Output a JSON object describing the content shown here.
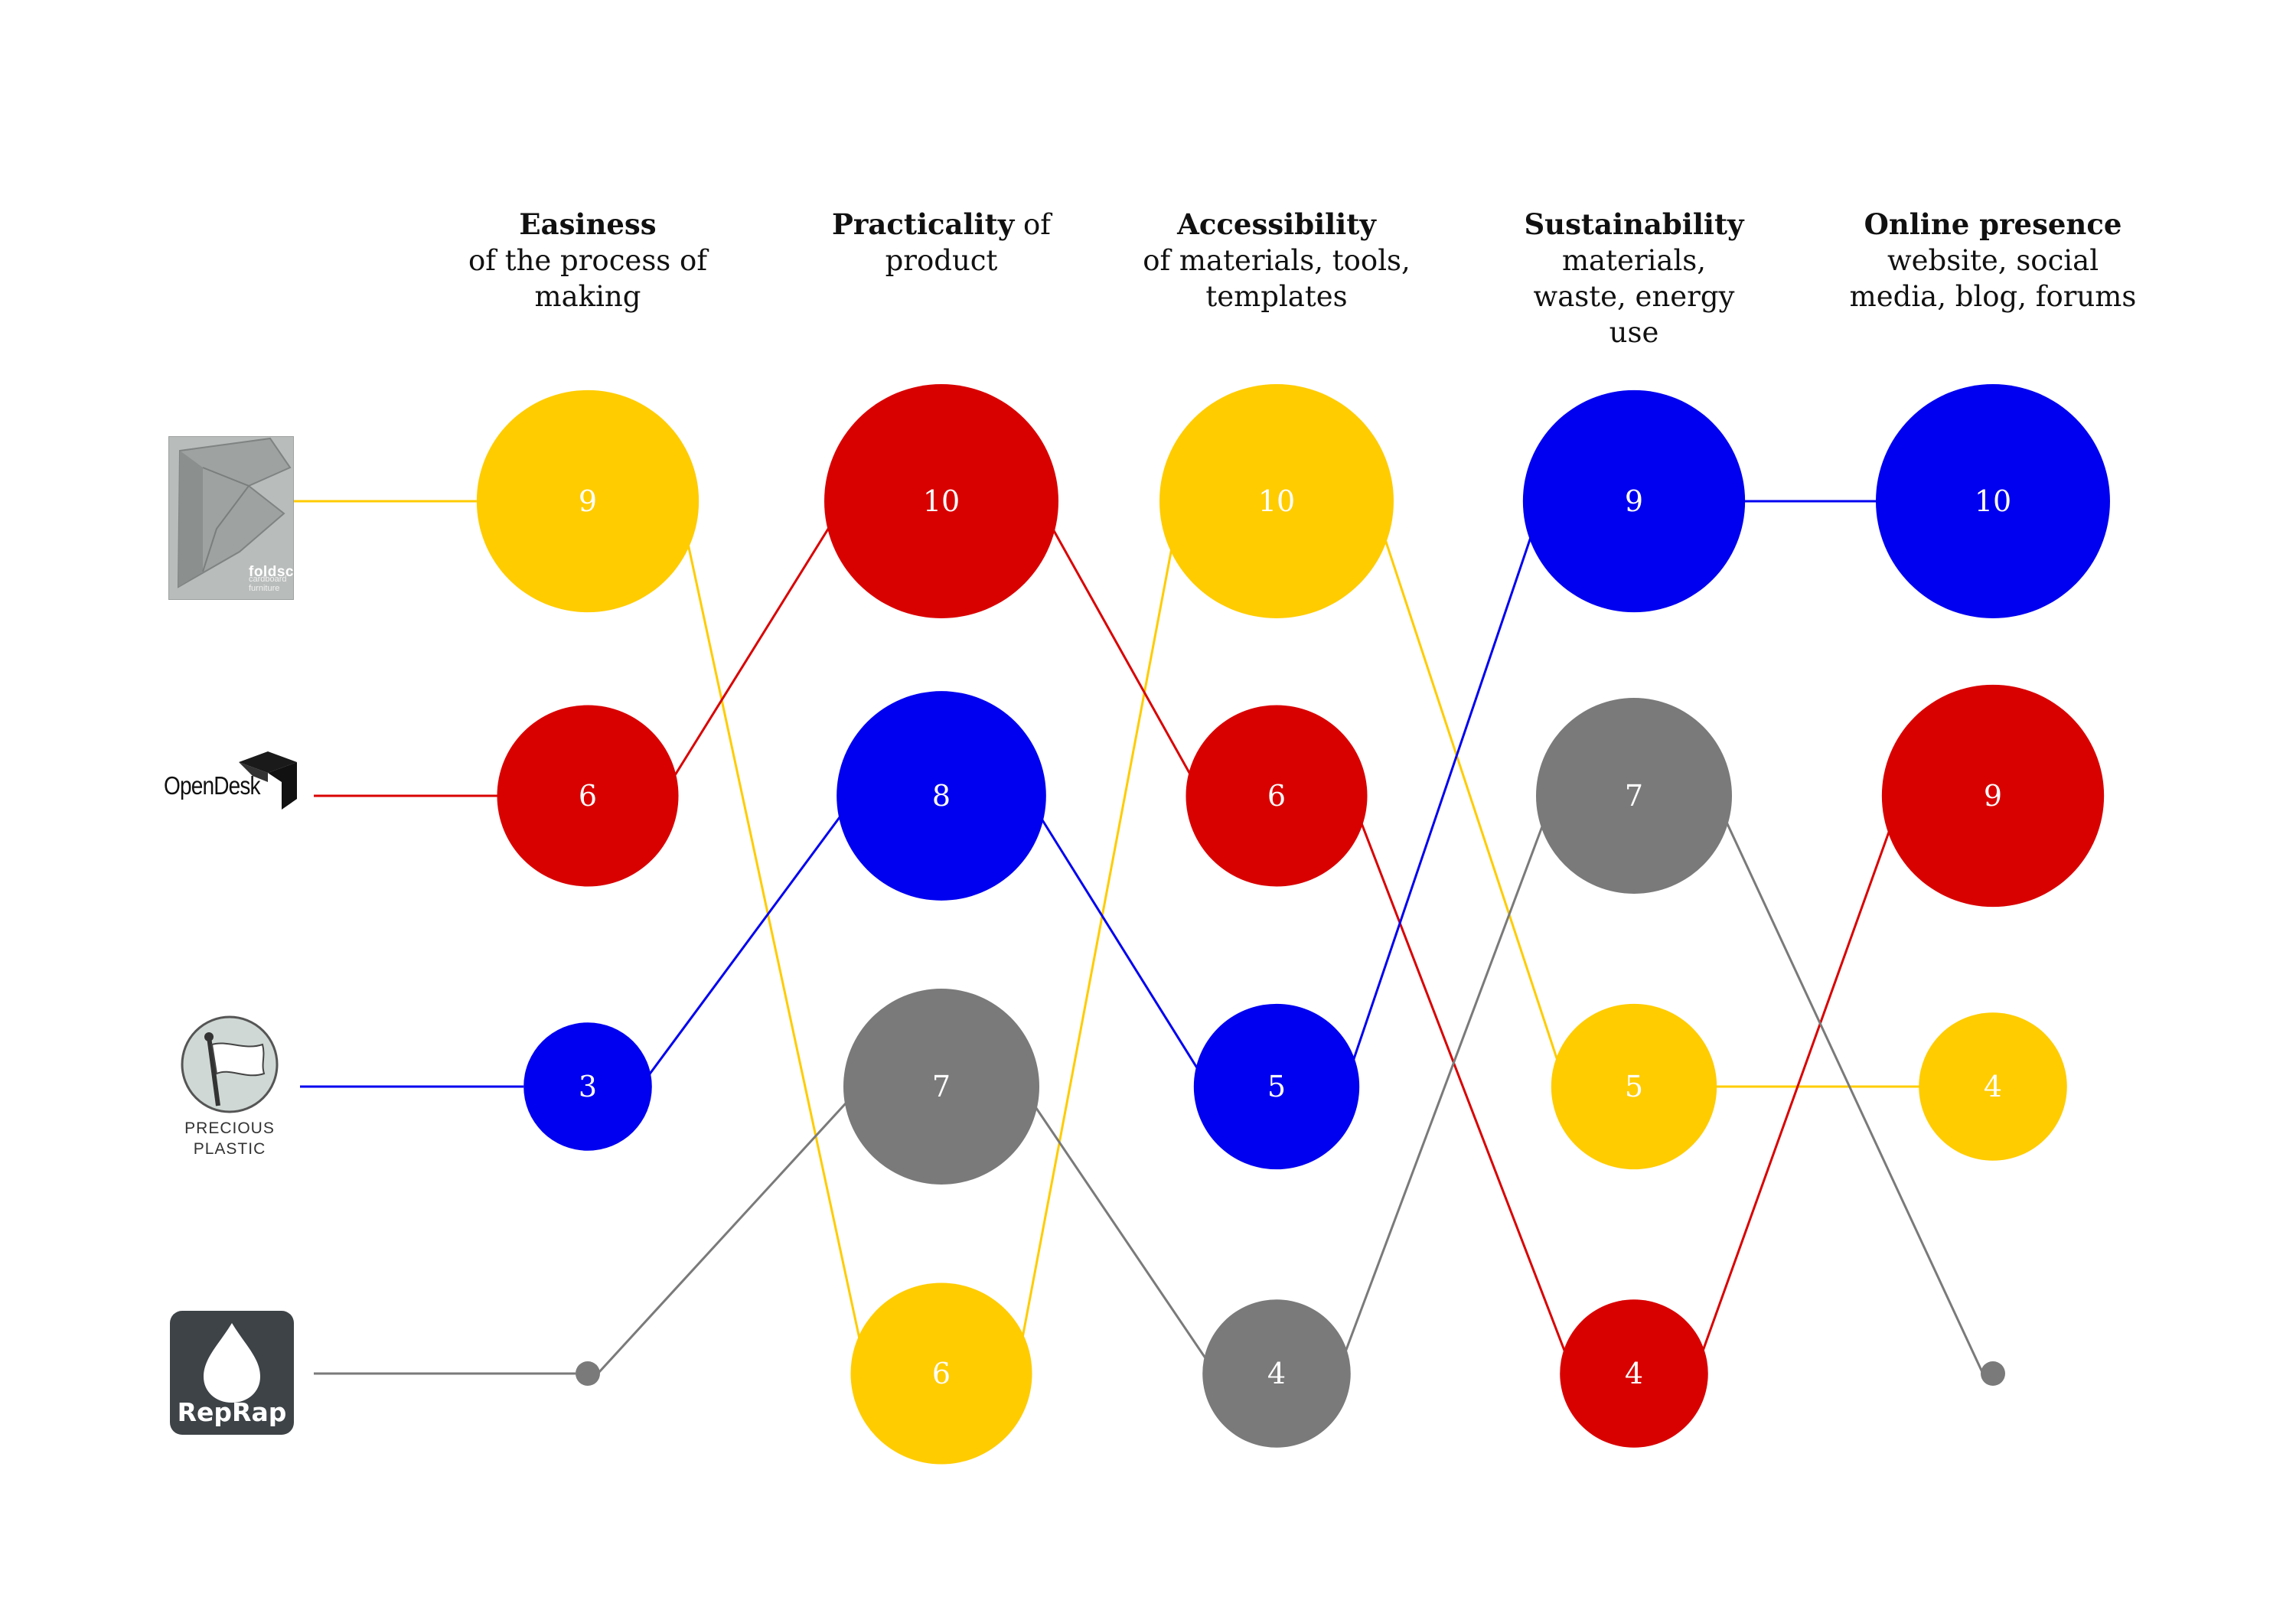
{
  "chart_data": {
    "type": "bump",
    "columns": [
      {
        "title": "Easiness",
        "subtitle": "of the process of making",
        "title_suffix": ""
      },
      {
        "title": "Practicality",
        "title_suffix": "of",
        "subtitle": "product"
      },
      {
        "title": "Accessibility",
        "subtitle": "of materials, tools, templates",
        "title_suffix": ""
      },
      {
        "title": "Sustainability",
        "subtitle": "materials, waste, energy use",
        "title_suffix": ""
      },
      {
        "title": "Online presence",
        "subtitle": "website, social media, blog, forums",
        "title_suffix": ""
      }
    ],
    "series": [
      {
        "name": "foldschool",
        "color": "#FFCC00",
        "values": [
          9,
          6,
          10,
          5,
          4
        ],
        "ranks": [
          1,
          4,
          1,
          3,
          3
        ]
      },
      {
        "name": "OpenDesk",
        "color": "#D90000",
        "values": [
          6,
          10,
          6,
          4,
          9
        ],
        "ranks": [
          2,
          1,
          2,
          4,
          2
        ]
      },
      {
        "name": "Precious Plastic",
        "color": "#0000F0",
        "values": [
          3,
          8,
          5,
          9,
          10
        ],
        "ranks": [
          3,
          2,
          3,
          1,
          1
        ]
      },
      {
        "name": "RepRap",
        "color": "#7A7A7A",
        "values": [
          null,
          7,
          4,
          7,
          null
        ],
        "ranks": [
          4,
          3,
          4,
          2,
          4
        ]
      }
    ],
    "value_label_color": "#FFFFFF"
  },
  "logos": {
    "foldschool": {
      "icon": "foldschool-logo",
      "word": "foldschool",
      "sub": "cardboard furniture"
    },
    "opendesk": {
      "icon": "opendesk-logo",
      "word": "OpenDesk"
    },
    "precious_plastic": {
      "icon": "precious-plastic-logo",
      "line1": "PRECIOUS",
      "line2": "PLASTIC"
    },
    "reprap": {
      "icon": "reprap-logo",
      "word": "RepRap"
    }
  }
}
